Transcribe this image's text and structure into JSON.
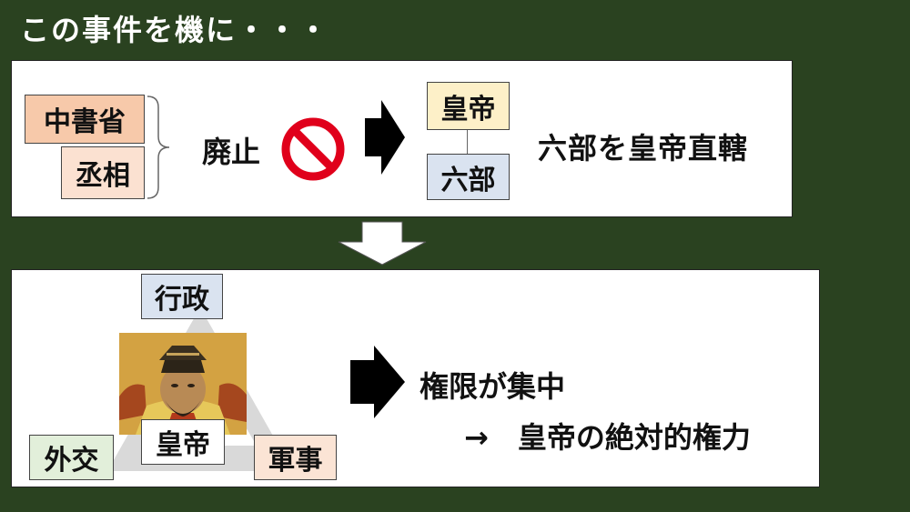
{
  "title": "この事件を機に・・・",
  "top_panel": {
    "offices": [
      "中書省",
      "丞相"
    ],
    "abolish_label": "廃止",
    "hierarchy_top": "皇帝",
    "hierarchy_bottom": "六部",
    "result_text": "六部を皇帝直轄"
  },
  "bottom_panel": {
    "top_node": "行政",
    "left_node": "外交",
    "right_node": "軍事",
    "center_node": "皇帝",
    "result_line1": "権限が集中",
    "result_line2": "→　皇帝の絶対的権力"
  },
  "colors": {
    "background": "#2a4220",
    "office_fill": "#f7c9aa",
    "office2_fill": "#fbe1d1",
    "emperor_fill": "#fdf0c8",
    "ministry_fill": "#dae3f0",
    "diplomacy_fill": "#e2efda",
    "military_fill": "#fbe4d5",
    "prohibit_red": "#e0001b"
  }
}
